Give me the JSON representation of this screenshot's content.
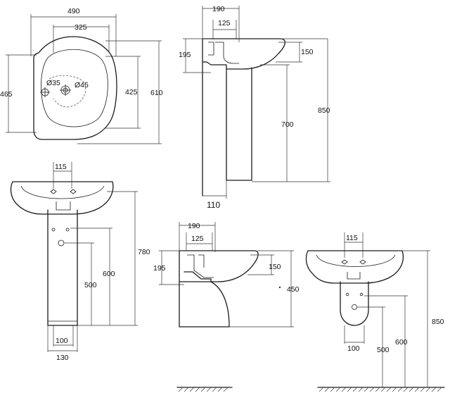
{
  "dimensions": {
    "top_view": {
      "width_490": "490",
      "width_325": "325",
      "height_465": "465",
      "depth_425": "425",
      "depth_610": "610",
      "hole_35": "Ø35",
      "hole_45": "Ø45"
    },
    "side_pedestal": {
      "d190": "190",
      "d125": "125",
      "d195": "195",
      "d150": "150",
      "d850": "850",
      "d700": "700",
      "d110": "110"
    },
    "front_pedestal": {
      "d115": "115",
      "d780": "780",
      "d600": "600",
      "d500": "500",
      "d100": "100",
      "d130": "130"
    },
    "side_wall": {
      "d190": "190",
      "d125": "125",
      "d195": "195",
      "d150": "150",
      "d450": "450"
    },
    "front_wall": {
      "d115": "115",
      "d850": "850",
      "d600": "600",
      "d500": "500",
      "d100": "100"
    }
  }
}
